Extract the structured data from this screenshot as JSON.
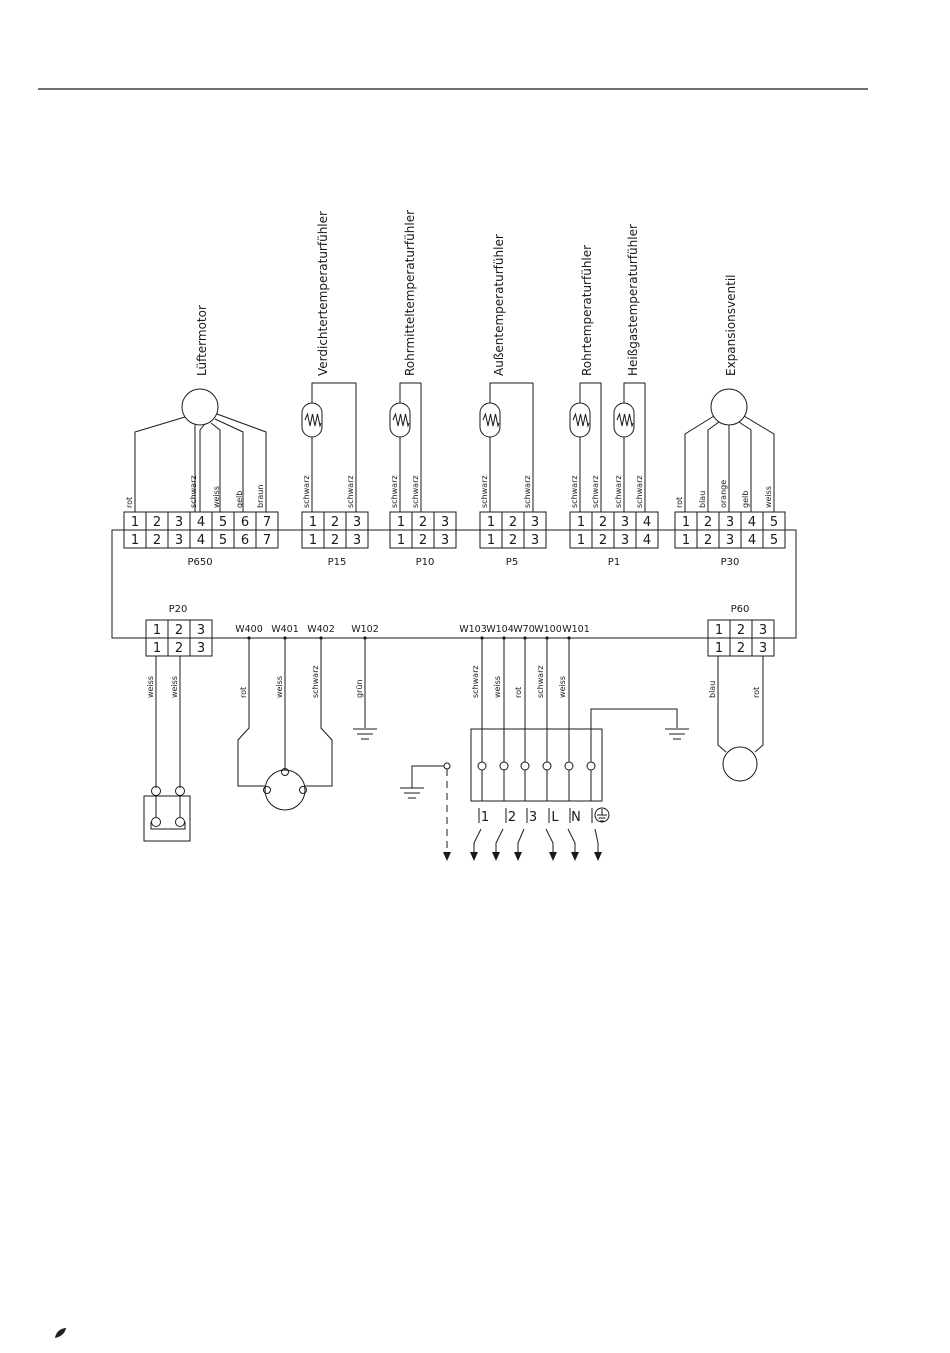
{
  "labels": {
    "luefter": "Lüftermotor",
    "verdichter": "Verdichtertemperaturfühler",
    "rohrmittel": "Rohrmitteltemperaturfühler",
    "aussen": "Außentemperaturfühler",
    "rohr": "Rohrtemperaturfühler",
    "heiss": "Heißgastemperaturfühler",
    "expansion": "Expansionsventil"
  },
  "connectors": {
    "p650": "P650",
    "p15": "P15",
    "p10": "P10",
    "p5": "P5",
    "p1": "P1",
    "p30": "P30",
    "p20": "P20",
    "p60": "P60"
  },
  "wires": {
    "w400": "W400",
    "w401": "W401",
    "w402": "W402",
    "w102": "W102",
    "w103": "W103",
    "w104": "W104",
    "w70": "W70",
    "w100": "W100",
    "w101": "W101"
  },
  "colors": {
    "rot": "rot",
    "schwarz": "schwarz",
    "weiss": "weiss",
    "gelb": "gelb",
    "braun": "braun",
    "blau": "blau",
    "orange": "orange",
    "gruen": "grün"
  },
  "terminal": {
    "t1": "1",
    "t2": "2",
    "t3": "3",
    "tl": "L",
    "tn": "N"
  },
  "pins": {
    "n1": "1",
    "n2": "2",
    "n3": "3",
    "n4": "4",
    "n5": "5",
    "n6": "6",
    "n7": "7"
  }
}
